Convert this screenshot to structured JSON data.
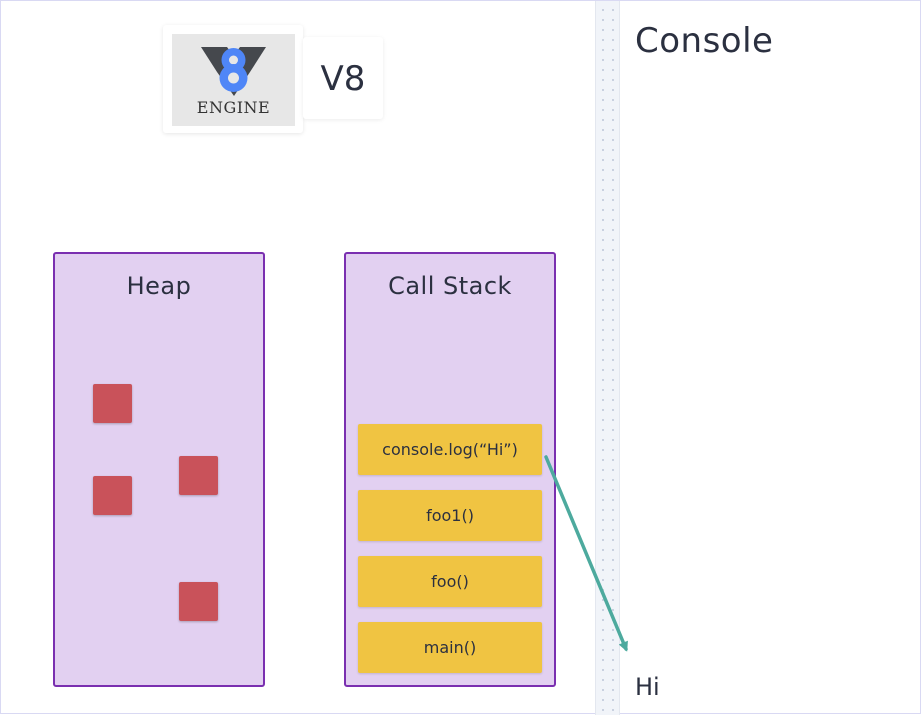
{
  "engine": {
    "logo_icon": "v8-logo-icon",
    "logo_text": "ENGINE",
    "title": "V8",
    "logo_colors": {
      "blue": "#4f86f7",
      "dark": "#45484d"
    }
  },
  "heap": {
    "title": "Heap",
    "object_color": "#c9525a",
    "object_count": 4
  },
  "call_stack": {
    "title": "Call Stack",
    "frame_color": "#f0c442",
    "frames": [
      "console.log(“Hi”)",
      "foo1()",
      "foo()",
      "main()"
    ]
  },
  "console": {
    "title": "Console",
    "output": "Hi"
  },
  "colors": {
    "panel_fill": "#e2d0f1",
    "panel_border": "#7a2fb0",
    "arrow": "#4daa9e",
    "text": "#2b3040"
  },
  "arrow": {
    "from": "console.log frame",
    "to": "console output"
  }
}
